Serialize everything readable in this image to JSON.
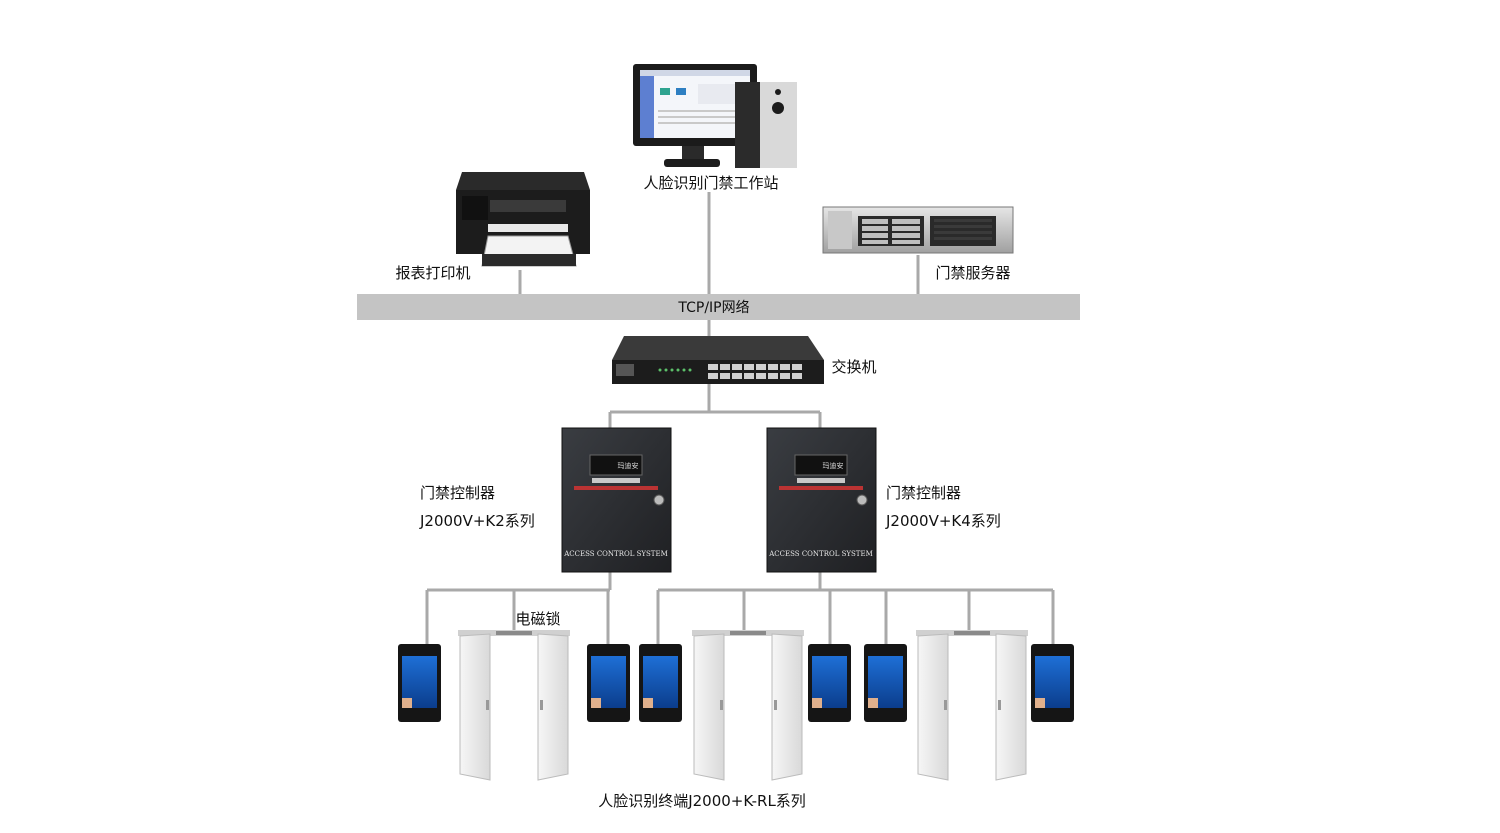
{
  "labels": {
    "workstation": "人脸识别门禁工作站",
    "printer": "报表打印机",
    "server": "门禁服务器",
    "network": "TCP/IP网络",
    "switch": "交换机",
    "controller_left_title": "门禁控制器",
    "controller_left_model": "J2000V+K2系列",
    "controller_right_title": "门禁控制器",
    "controller_right_model": "J2000V+K4系列",
    "magnetic_lock": "电磁锁",
    "terminal": "人脸识别终端J2000+K-RL系列"
  },
  "device_text": {
    "controller_system": "ACCESS CONTROL SYSTEM",
    "controller_brand": "玛迪安"
  },
  "colors": {
    "network_bar": "#c4c4c4",
    "line": "#a9a9a9",
    "controller_body": "#2d2f33",
    "door": "#ececec"
  }
}
